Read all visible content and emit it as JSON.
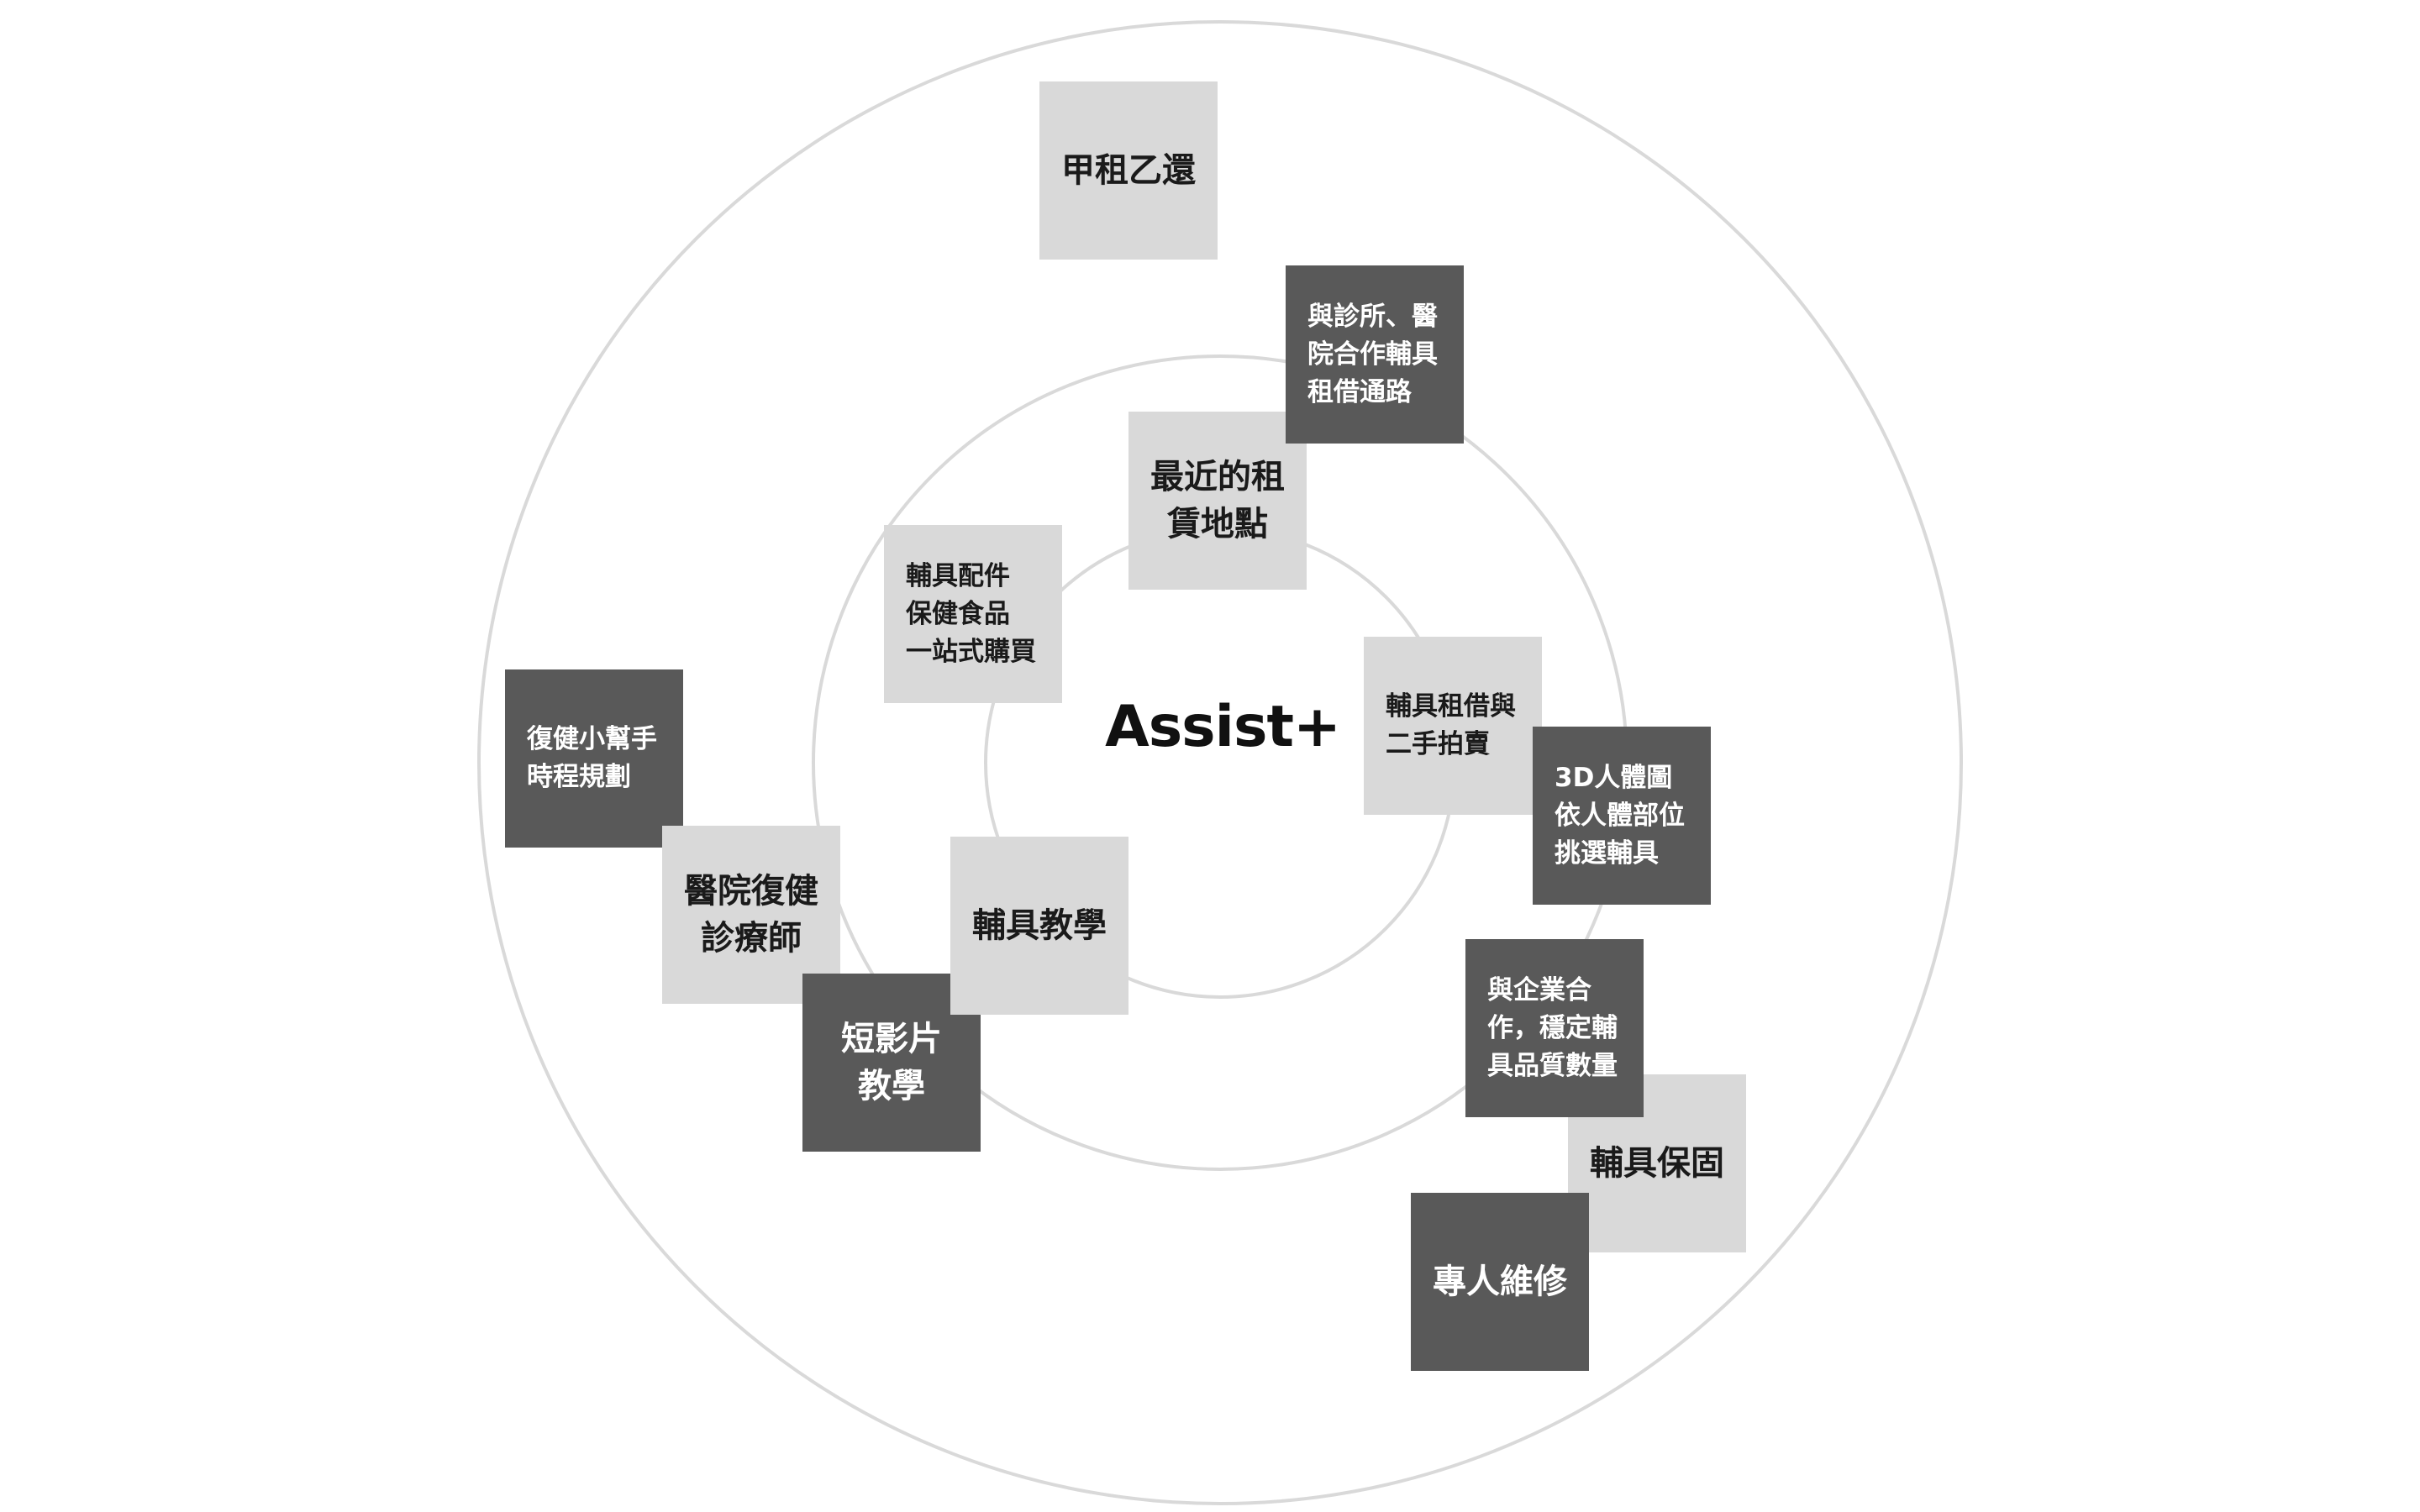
{
  "center": {
    "label": "Assist+"
  },
  "notes": {
    "rent_return": "甲租乙還",
    "clinic_hospital": "與診所、醫\n院合作輔具\n租借通路",
    "recent_location": "最近的租\n賃地點",
    "accessories": "輔具配件\n保健食品\n一站式購買",
    "rental_auction": "輔具租借與\n二手拍賣",
    "body_3d": "3D人體圖\n依人體部位\n挑選輔具",
    "rehab_helper": "復健小幫手\n時程規劃",
    "hospital_therapist": "醫院復健\n診療師",
    "aid_teaching": "輔具教學",
    "short_video": "短影片\n教學",
    "enterprise": "與企業合\n作，穩定輔\n具品質數量",
    "warranty": "輔具保固",
    "repair": "專人維修"
  }
}
